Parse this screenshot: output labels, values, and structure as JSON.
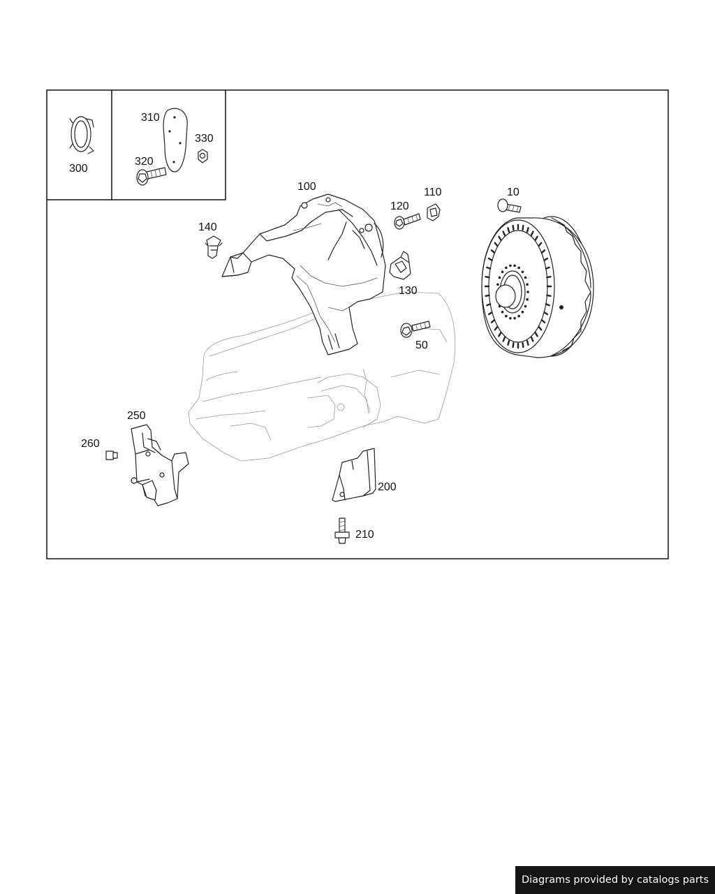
{
  "callouts": [
    {
      "id": "300",
      "text": "300"
    },
    {
      "id": "310",
      "text": "310"
    },
    {
      "id": "330",
      "text": "330"
    },
    {
      "id": "320",
      "text": "320"
    },
    {
      "id": "100",
      "text": "100"
    },
    {
      "id": "110",
      "text": "110"
    },
    {
      "id": "120",
      "text": "120"
    },
    {
      "id": "10",
      "text": "10"
    },
    {
      "id": "140",
      "text": "140"
    },
    {
      "id": "130",
      "text": "130"
    },
    {
      "id": "50",
      "text": "50"
    },
    {
      "id": "250",
      "text": "250"
    },
    {
      "id": "260",
      "text": "260"
    },
    {
      "id": "200",
      "text": "200"
    },
    {
      "id": "210",
      "text": "210"
    }
  ],
  "footer": {
    "credit": "Diagrams provided by catalogs parts"
  }
}
